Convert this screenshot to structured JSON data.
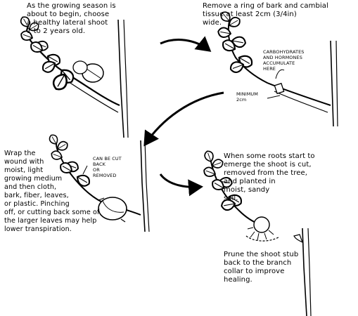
{
  "panels": {
    "step1": {
      "text": "As the growing season is\nabout to begin, choose\na healthy lateral shoot\n1 to 2 years old."
    },
    "step2": {
      "text": "Remove a ring of bark and cambial\ntissue at least 2cm (3/4in)\nwide.",
      "label_carbohydrates": "CARBOHYDRATES\nAND HORMONES\nACCUMULATE\nHERE",
      "label_minimum": "MINIMUM\n2cm"
    },
    "step3": {
      "text": "Wrap the\nwound with\nmoist, light\ngrowing medium\nand then cloth,\nbark, fiber, leaves,\nor plastic. Pinching\noff, or cutting back some of\nthe larger leaves may help\nlower transpiration.",
      "label_cut_back": "CAN BE CUT\nBACK\nOR\nREMOVED"
    },
    "step4": {
      "text": "When some roots start to\nemerge the shoot is cut,\nremoved from the tree,\nand planted in\nmoist, sandy\nsoil.",
      "prune_text": "Prune the shoot stub\nback to the branch\ncollar to improve\nhealing."
    }
  },
  "colors": {
    "ink": "#000000",
    "paper": "#ffffff"
  }
}
